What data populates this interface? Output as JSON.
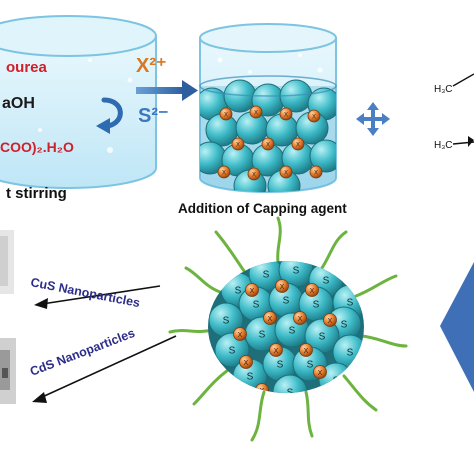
{
  "beaker_left": {
    "line1": "ourea",
    "line2": "aOH",
    "line3": "COO)₂.H₂O",
    "caption": "t stirring"
  },
  "ions": {
    "cation": "X²⁺",
    "anion": "S²⁻"
  },
  "beaker_middle": {
    "caption": "Addition of Capping agent"
  },
  "molecules": {
    "top": "H₃C",
    "bottom": "H₃C"
  },
  "products": {
    "cus": "CuS Nanoparticles",
    "cds": "CdS Nanoparticles"
  },
  "particle": {
    "sulfur": "S",
    "metal": "X"
  },
  "colors": {
    "water": "#cfeefa",
    "water_edge": "#5fb6d8",
    "sphere": "#3fbcc9",
    "metal": "#e0782a",
    "ligand": "#6db33f",
    "arrow_blue": "#3a6fb0",
    "red_text": "#d0202a",
    "purple": "#2d2d8a",
    "diamond": "#3f6fb6"
  }
}
